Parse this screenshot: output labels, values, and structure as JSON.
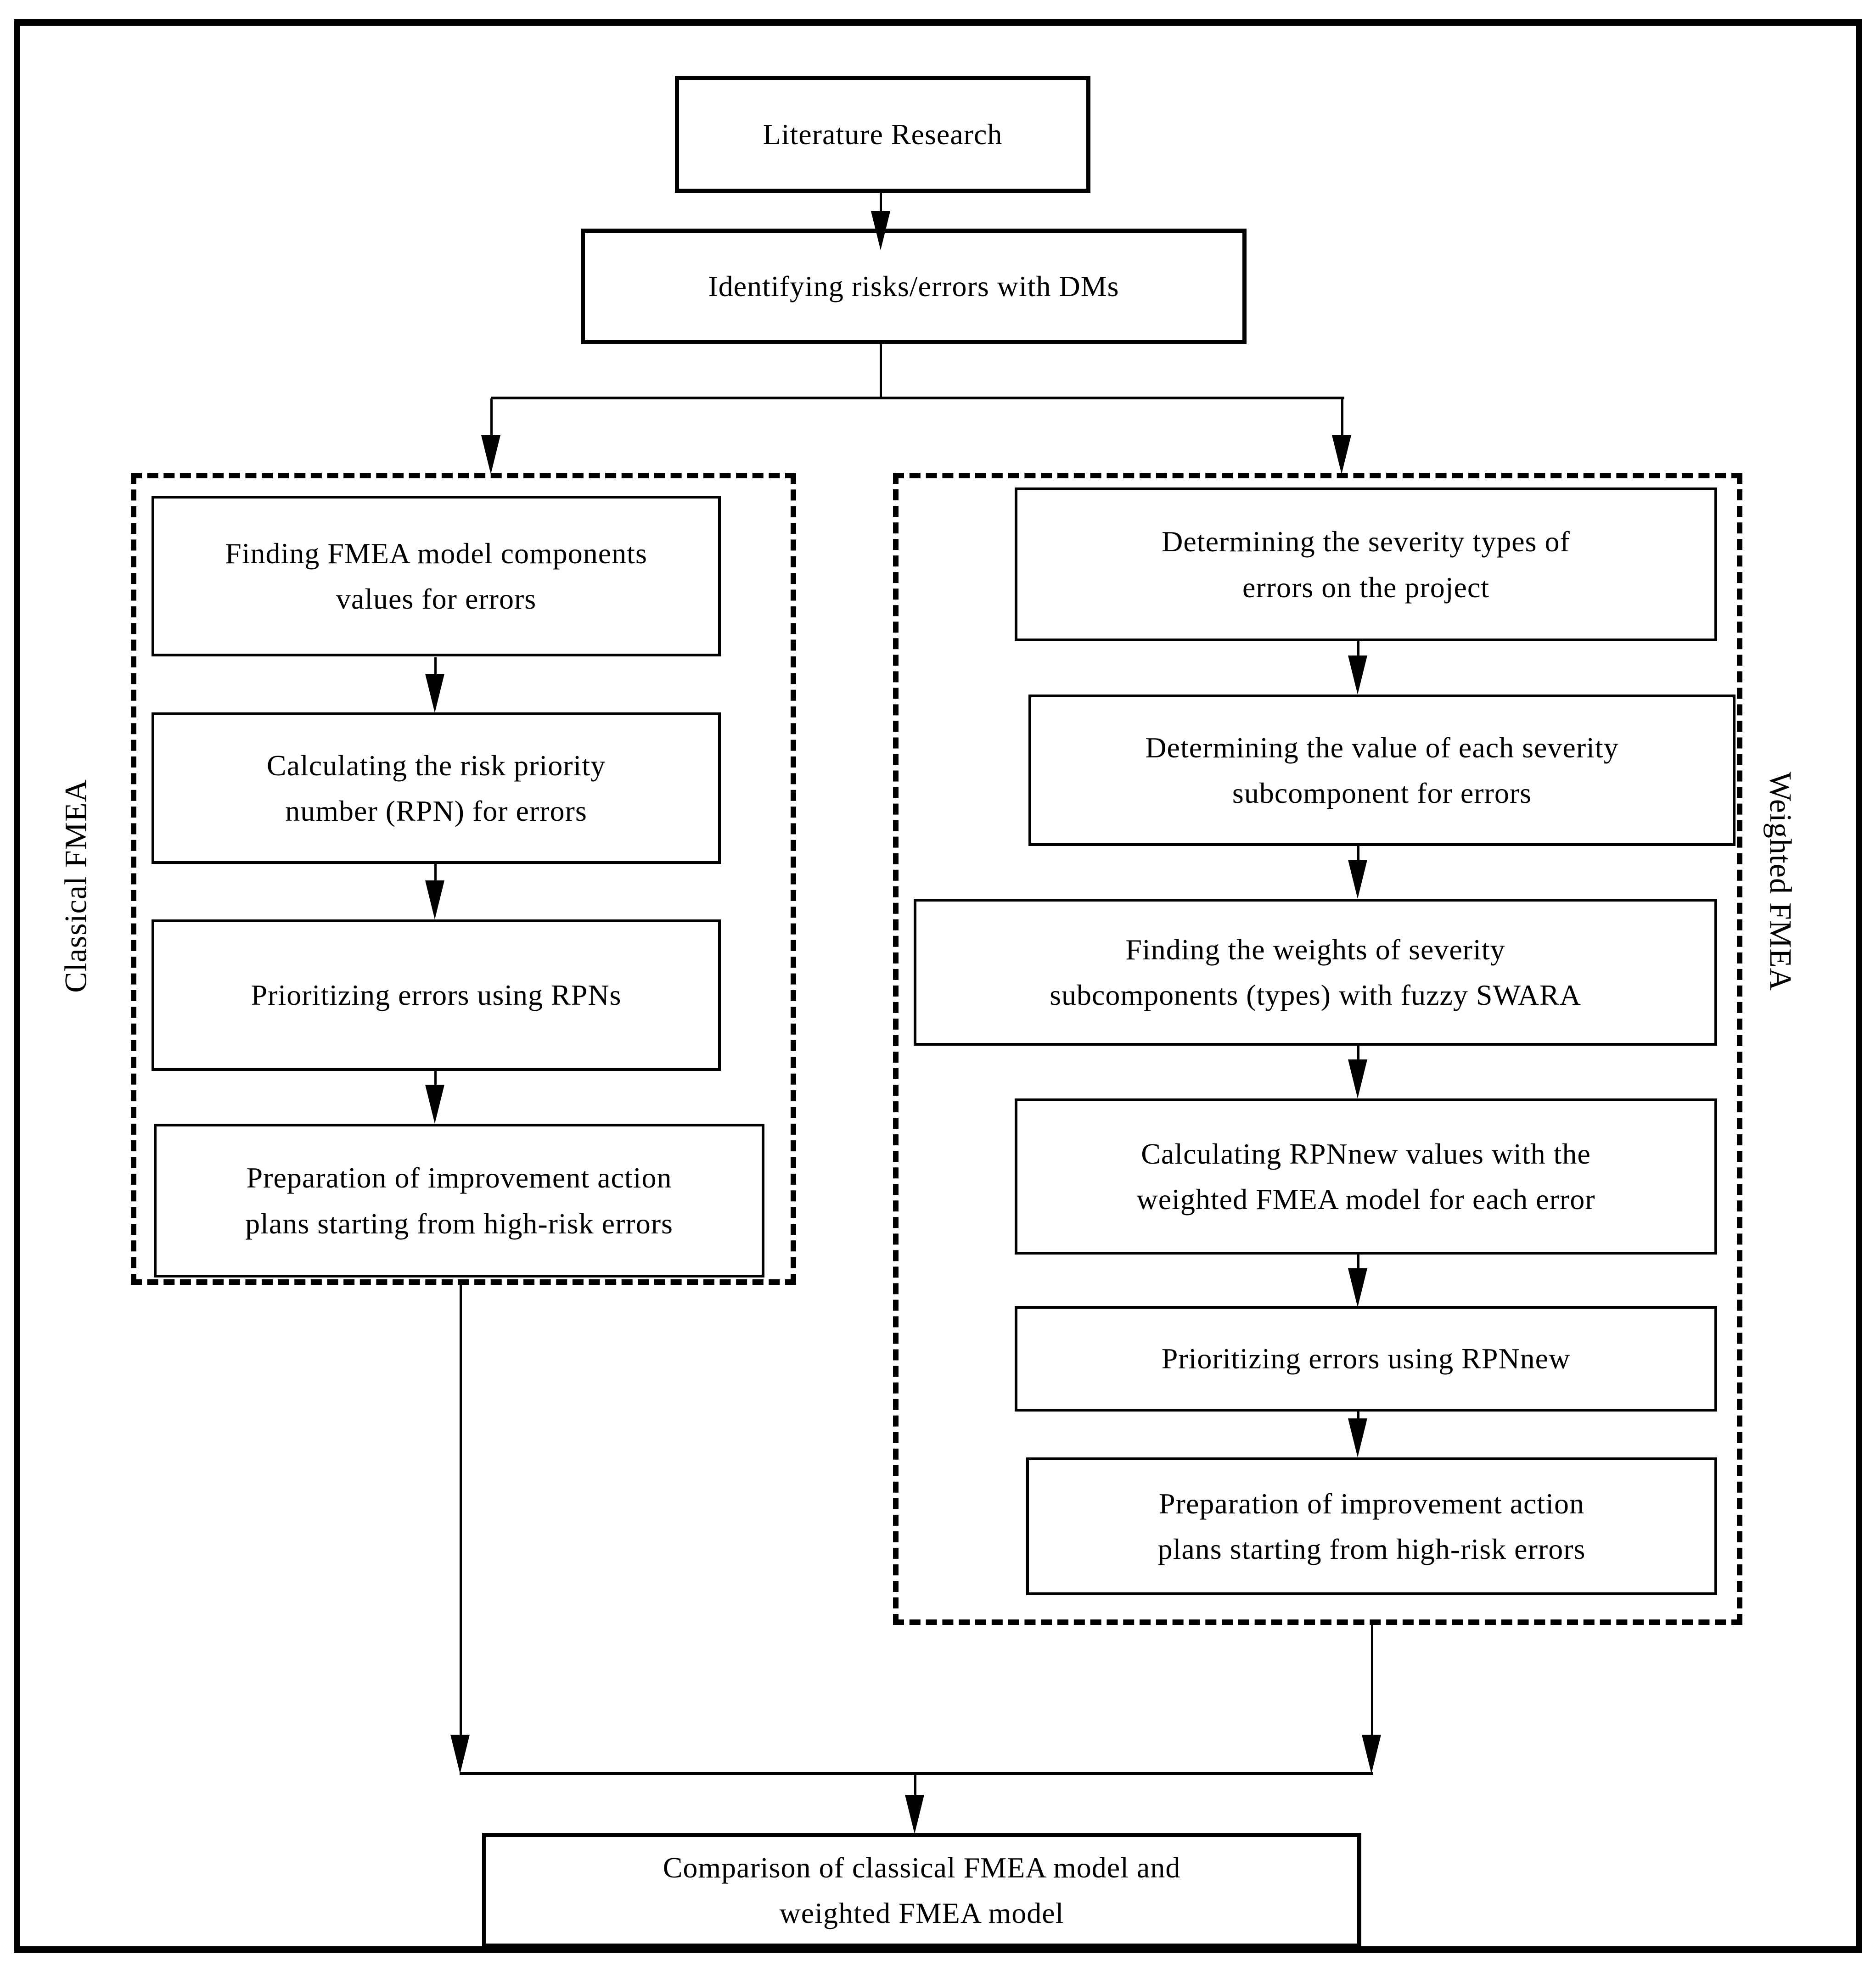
{
  "colors": {
    "background": "#ffffff",
    "line": "#000000",
    "box_border": "#000000",
    "text": "#000000"
  },
  "nodes": {
    "literature": {
      "lines": [
        "Literature Research"
      ]
    },
    "identifying": {
      "lines": [
        "Identifying risks/errors with DMs"
      ]
    },
    "classical": {
      "label": "Classical FMEA",
      "steps": {
        "finding": {
          "lines": [
            "Finding FMEA model components",
            "values for errors"
          ]
        },
        "calculating": {
          "lines": [
            "Calculating the risk priority",
            "number (RPN) for errors"
          ]
        },
        "prioritizing": {
          "lines": [
            "Prioritizing errors using RPNs"
          ]
        },
        "preparation": {
          "lines": [
            "Preparation of improvement action",
            "plans starting from high-risk errors"
          ]
        }
      }
    },
    "weighted": {
      "label": "Weighted FMEA",
      "steps": {
        "severity_types": {
          "lines": [
            "Determining the severity types of",
            "errors on the project"
          ]
        },
        "severity_values": {
          "lines": [
            "Determining the value of each severity",
            "subcomponent for errors"
          ]
        },
        "weights": {
          "lines": [
            "Finding the weights of severity",
            "subcomponents (types) with fuzzy SWARA"
          ]
        },
        "rpn_new": {
          "lines": [
            "Calculating RPNnew values with the",
            "weighted FMEA model for each error"
          ]
        },
        "prioritizing": {
          "lines": [
            "Prioritizing errors using RPNnew"
          ]
        },
        "preparation": {
          "lines": [
            "Preparation of improvement action",
            "plans starting from high-risk errors"
          ]
        }
      }
    },
    "comparison": {
      "lines": [
        "Comparison of classical FMEA model and",
        "weighted FMEA model"
      ]
    }
  }
}
